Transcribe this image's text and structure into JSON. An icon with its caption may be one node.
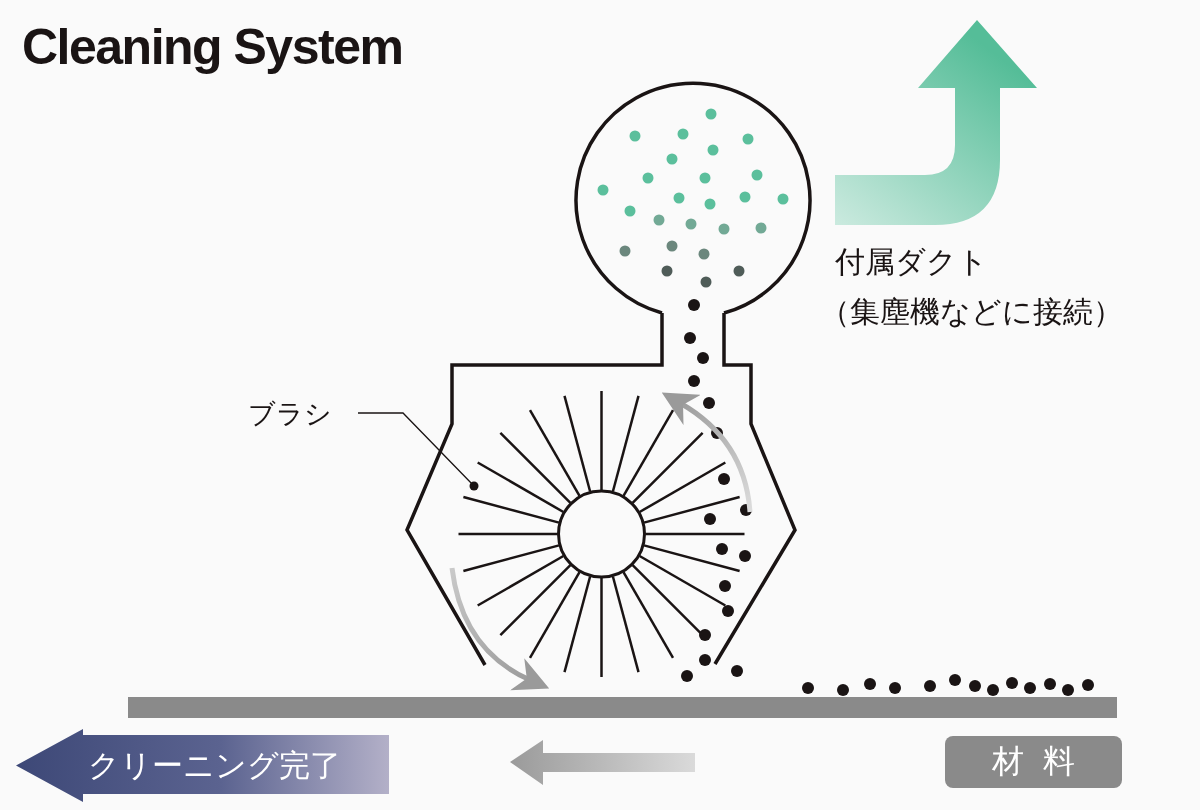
{
  "diagram": {
    "title": "Cleaning System",
    "nodes": [
      {
        "text": [
          "ブラシ"
        ]
      },
      {
        "text": [],
        "shape": "picture"
      },
      {
        "text": [
          "クリーニング完了"
        ]
      },
      {
        "text": [
          "材料"
        ]
      }
    ],
    "edges": [
      {
        "from": 0,
        "to": 1,
        "arrow": "other"
      }
    ],
    "labels": [
      "付属ダクト",
      "（集塵機などに接続）"
    ]
  }
}
